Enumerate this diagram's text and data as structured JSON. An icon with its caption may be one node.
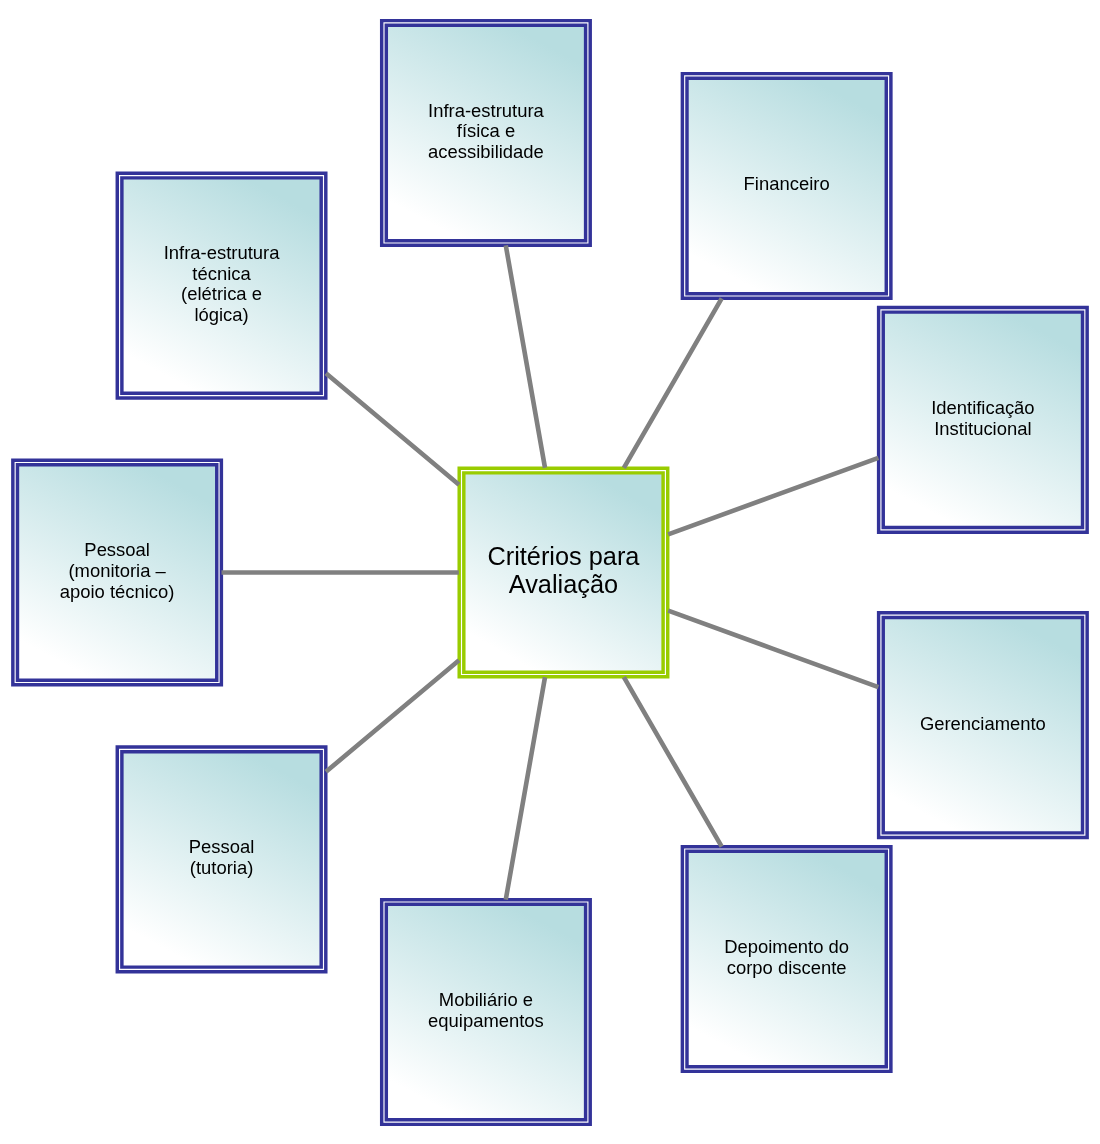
{
  "diagram": {
    "nodes": [
      {
        "text": [
          "Critérios para Avaliação"
        ]
      },
      {
        "text": [
          "Identificação Institucional"
        ]
      },
      {
        "text": [
          "Financeiro"
        ]
      },
      {
        "text": [
          "Infra-estrutura física e acessibilidade"
        ]
      },
      {
        "text": [
          "Infra-estrutura técnica (elétrica e lógica)"
        ]
      },
      {
        "text": [
          "Pessoal (monitoria – apoio técnico)"
        ]
      },
      {
        "text": [
          "Pessoal (tutoria)"
        ]
      },
      {
        "text": [
          "Mobiliário e equipamentos"
        ]
      },
      {
        "text": [
          "Depoimento do corpo discente"
        ]
      },
      {
        "text": [
          "Gerenciamento"
        ]
      }
    ],
    "edges": [
      {
        "from": 0,
        "to": 1,
        "arrow": "none"
      },
      {
        "from": 0,
        "to": 2,
        "arrow": "none"
      },
      {
        "from": 0,
        "to": 3,
        "arrow": "none"
      },
      {
        "from": 0,
        "to": 4,
        "arrow": "none"
      },
      {
        "from": 0,
        "to": 5,
        "arrow": "none"
      },
      {
        "from": 0,
        "to": 6,
        "arrow": "none"
      },
      {
        "from": 0,
        "to": 7,
        "arrow": "none"
      },
      {
        "from": 0,
        "to": 8,
        "arrow": "none"
      },
      {
        "from": 0,
        "to": 9,
        "arrow": "none"
      }
    ]
  }
}
